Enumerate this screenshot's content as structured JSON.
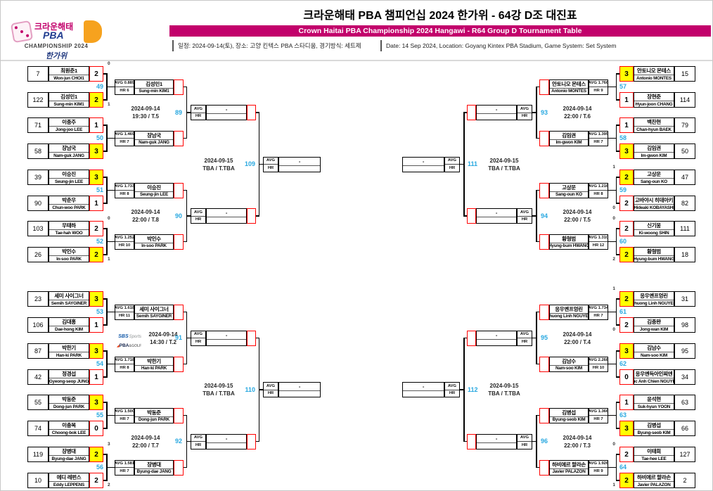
{
  "header": {
    "title": "크라운해태 PBA 챔피언십 2024 한가위 - 64강 D조 대진표",
    "banner": "Crown Haitai PBA Championship 2024 Hangawi - R64 Group D Tournament Table",
    "info_kr": "일정: 2024-09-14(토), 장소: 고양 킨텍스 PBA 스타디움, 경기방식: 세트제",
    "info_en": "Date: 14 Sep 2024, Location: Goyang Kintex PBA Stadium, Game System: Set System",
    "logo": {
      "brand_kr": "크라운해태",
      "brand_en": "PBA",
      "championship": "CHAMPIONSHIP 2024",
      "hangawi": "한가위"
    }
  },
  "labels": {
    "avg": "AVG",
    "hr": "HR"
  },
  "placeholder_dash": "-",
  "broadcast": {
    "sbs": "SBS",
    "sports": "Sports",
    "tri": "◢",
    "pba": "PBA",
    "golf": "&GOLF"
  },
  "colors": {
    "accent": "#C2006B",
    "match_number": "#29A8E0",
    "winner_highlight": "#FFFF00",
    "score_border": "#FF0000"
  },
  "bracket": {
    "left": {
      "r64": [
        {
          "no": "49",
          "p1": {
            "seed": "7",
            "kr": "최원준1",
            "en": "Won-jun CHOI1",
            "score": "2",
            "winner": false,
            "so": "0"
          },
          "p2": {
            "seed": "122",
            "kr": "김성민1",
            "en": "Sung-min KIM1",
            "score": "2",
            "winner": true,
            "so": "1"
          }
        },
        {
          "no": "50",
          "p1": {
            "seed": "71",
            "kr": "이종주",
            "en": "Jong-joo LEE",
            "score": "1",
            "winner": false
          },
          "p2": {
            "seed": "58",
            "kr": "장남국",
            "en": "Nam-guk JANG",
            "score": "3",
            "winner": true
          }
        },
        {
          "no": "51",
          "p1": {
            "seed": "39",
            "kr": "이승진",
            "en": "Seung-jin LEE",
            "score": "3",
            "winner": true
          },
          "p2": {
            "seed": "90",
            "kr": "박춘우",
            "en": "Chun-woo PARK",
            "score": "1",
            "winner": false
          }
        },
        {
          "no": "52",
          "p1": {
            "seed": "103",
            "kr": "우태하",
            "en": "Tae-hah WOO",
            "score": "2",
            "winner": false,
            "so": "0"
          },
          "p2": {
            "seed": "26",
            "kr": "박인수",
            "en": "In-soo PARK",
            "score": "2",
            "winner": true,
            "so": "1"
          }
        },
        {
          "no": "53",
          "p1": {
            "seed": "23",
            "kr": "세미 사이그너",
            "en": "Semih SAYGINER",
            "score": "3",
            "winner": true
          },
          "p2": {
            "seed": "106",
            "kr": "김대홍",
            "en": "Dae-hong KIM",
            "score": "1",
            "winner": false
          }
        },
        {
          "no": "54",
          "p1": {
            "seed": "87",
            "kr": "박한기",
            "en": "Han-ki PARK",
            "score": "3",
            "winner": true
          },
          "p2": {
            "seed": "42",
            "kr": "정경섭",
            "en": "Gyeong-seop JUNG",
            "score": "1",
            "winner": false
          }
        },
        {
          "no": "55",
          "p1": {
            "seed": "55",
            "kr": "박동준",
            "en": "Dong-jun PARK",
            "score": "3",
            "winner": true
          },
          "p2": {
            "seed": "74",
            "kr": "이충복",
            "en": "Choong-bok LEE",
            "score": "0",
            "winner": false
          }
        },
        {
          "no": "56",
          "p1": {
            "seed": "119",
            "kr": "장병대",
            "en": "Byung-dae JANG",
            "score": "2",
            "winner": true,
            "so": "3"
          },
          "p2": {
            "seed": "10",
            "kr": "에디 레펀스",
            "en": "Eddy LEPPENS",
            "score": "2",
            "winner": false,
            "so": "2"
          }
        }
      ],
      "r32": [
        {
          "no": "89",
          "date": "2024-09-14",
          "time": "19:30 / T.5",
          "p1": {
            "avg": "AVG 0.889",
            "hr": "HR 6",
            "kr": "김성민1",
            "en": "Sung-min KIM1"
          },
          "p2": {
            "avg": "AVG 1.469",
            "hr": "HR 7",
            "kr": "장남국",
            "en": "Nam-guk JANG"
          }
        },
        {
          "no": "90",
          "date": "2024-09-14",
          "time": "22:00 / T.8",
          "p1": {
            "avg": "AVG 1.733",
            "hr": "HR 8",
            "kr": "이승진",
            "en": "Seung-jin LEE"
          },
          "p2": {
            "avg": "AVG 1.252",
            "hr": "HR 10",
            "kr": "박인수",
            "en": "In-soo PARK"
          }
        },
        {
          "no": "91",
          "date": "2024-09-14",
          "time": "14:30 / T.2",
          "broadcast": true,
          "p1": {
            "avg": "AVG 1.618",
            "hr": "HR 11",
            "kr": "세미 사이그너",
            "en": "Semih SAYGINER"
          },
          "p2": {
            "avg": "AVG 1.718",
            "hr": "HR 8",
            "kr": "박한기",
            "en": "Han-ki PARK"
          }
        },
        {
          "no": "92",
          "date": "2024-09-14",
          "time": "22:00 / T.7",
          "p1": {
            "avg": "AVG 1.500",
            "hr": "HR 7",
            "kr": "박동준",
            "en": "Dong-jun PARK"
          },
          "p2": {
            "avg": "AVG 1.581",
            "hr": "HR 7",
            "kr": "장병대",
            "en": "Byung-dae JANG"
          }
        }
      ],
      "r16": [
        {
          "no": "109",
          "date": "2024-09-15",
          "time": "TBA / T.TBA"
        },
        {
          "no": "110",
          "date": "2024-09-15",
          "time": "TBA / T.TBA"
        }
      ]
    },
    "right": {
      "r64": [
        {
          "no": "57",
          "p1": {
            "seed": "15",
            "kr": "안토니오 몬테스",
            "en": "Antonio MONTES",
            "score": "3",
            "winner": true
          },
          "p2": {
            "seed": "114",
            "kr": "장현준",
            "en": "Hyun-joon CHANG",
            "score": "1",
            "winner": false
          }
        },
        {
          "no": "58",
          "p1": {
            "seed": "79",
            "kr": "백찬현",
            "en": "Chan-hyun BAEK",
            "score": "1",
            "winner": false
          },
          "p2": {
            "seed": "50",
            "kr": "김임권",
            "en": "Im-gwon KIM",
            "score": "3",
            "winner": true
          }
        },
        {
          "no": "59",
          "p1": {
            "seed": "47",
            "kr": "고상운",
            "en": "Sang-oun KO",
            "score": "2",
            "winner": true,
            "so": "1"
          },
          "p2": {
            "seed": "82",
            "kr": "고바야시 히데아키",
            "en": "Hideaki KOBAYASHI",
            "score": "2",
            "winner": false,
            "so": "0"
          }
        },
        {
          "no": "60",
          "p1": {
            "seed": "111",
            "kr": "신기웅",
            "en": "Ki-woong SHIN",
            "score": "2",
            "winner": false,
            "so": "0"
          },
          "p2": {
            "seed": "18",
            "kr": "황형범",
            "en": "Hyung-bum HWANG",
            "score": "2",
            "winner": true,
            "so": "2"
          }
        },
        {
          "no": "61",
          "p1": {
            "seed": "31",
            "kr": "응우옌프엉린",
            "en": "Phuong Linh NGUYEN",
            "score": "2",
            "winner": true,
            "so": "1"
          },
          "p2": {
            "seed": "98",
            "kr": "김종완",
            "en": "Jong-wan KIM",
            "score": "2",
            "winner": false,
            "so": "0"
          }
        },
        {
          "no": "62",
          "p1": {
            "seed": "95",
            "kr": "김남수",
            "en": "Nam-soo KIM",
            "score": "3",
            "winner": true
          },
          "p2": {
            "seed": "34",
            "kr": "응우옌득아인찌엔",
            "en": "Duc Anh Chien NGUYEN",
            "score": "0",
            "winner": false
          }
        },
        {
          "no": "63",
          "p1": {
            "seed": "63",
            "kr": "윤석현",
            "en": "Suk-hyun YOON",
            "score": "1",
            "winner": false
          },
          "p2": {
            "seed": "66",
            "kr": "김병섭",
            "en": "Byung-seob KIM",
            "score": "3",
            "winner": true
          }
        },
        {
          "no": "64",
          "p1": {
            "seed": "127",
            "kr": "이태희",
            "en": "Tae-hee LEE",
            "score": "2",
            "winner": false,
            "so": "0"
          },
          "p2": {
            "seed": "2",
            "kr": "하비에르 팔라손",
            "en": "Javier PALAZON",
            "score": "2",
            "winner": true,
            "so": "1"
          }
        }
      ],
      "r32": [
        {
          "no": "93",
          "date": "2024-09-14",
          "time": "22:00 / T.6",
          "p1": {
            "avg": "AVG 1.766",
            "hr": "HR 9",
            "kr": "안토니오 몬테스",
            "en": "Antonio MONTES"
          },
          "p2": {
            "avg": "AVG 1.395",
            "hr": "HR 7",
            "kr": "김임권",
            "en": "Im-gwon KIM"
          }
        },
        {
          "no": "94",
          "date": "2024-09-14",
          "time": "22:00 / T.5",
          "p1": {
            "avg": "AVG 1.216",
            "hr": "HR 8",
            "kr": "고상운",
            "en": "Sang-oun KO"
          },
          "p2": {
            "avg": "AVG 1.310",
            "hr": "HR 12",
            "kr": "황형범",
            "en": "Hyung-bum HWANG"
          }
        },
        {
          "no": "95",
          "date": "2024-09-14",
          "time": "22:00 / T.4",
          "p1": {
            "avg": "AVG 1.734",
            "hr": "HR 7",
            "kr": "응우옌프엉린",
            "en": "Phuong Linh NGUYEN"
          },
          "p2": {
            "avg": "AVG 2.268",
            "hr": "HR 10",
            "kr": "김남수",
            "en": "Nam-soo KIM"
          }
        },
        {
          "no": "96",
          "date": "2024-09-14",
          "time": "22:00 / T.3",
          "p1": {
            "avg": "AVG 1.366",
            "hr": "HR 7",
            "kr": "김병섭",
            "en": "Byung-seob KIM"
          },
          "p2": {
            "avg": "AVG 1.926",
            "hr": "HR 9",
            "kr": "하비에르 팔라손",
            "en": "Javier PALAZON"
          }
        }
      ],
      "r16": [
        {
          "no": "111",
          "date": "2024-09-15",
          "time": "TBA / T.TBA"
        },
        {
          "no": "112",
          "date": "2024-09-15",
          "time": "TBA / T.TBA"
        }
      ]
    }
  }
}
